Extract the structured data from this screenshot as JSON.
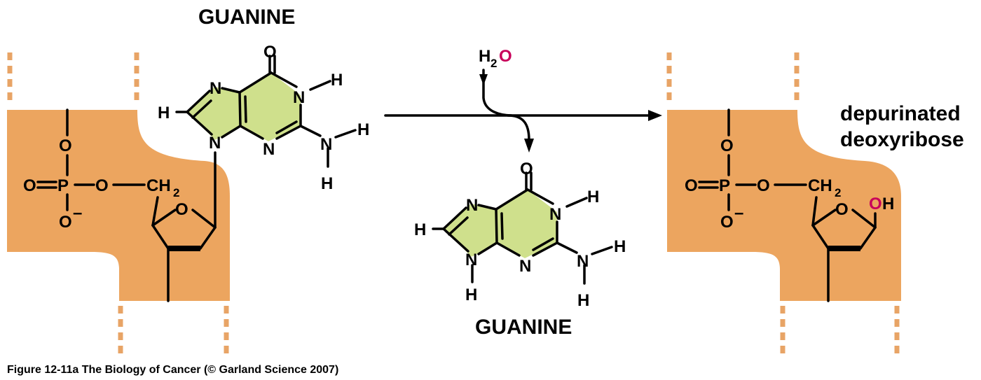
{
  "labels": {
    "guanine_top": "GUANINE",
    "guanine_bottom": "GUANINE",
    "depurinated_line1": "depurinated",
    "depurinated_line2": "deoxyribose",
    "caption": "Figure 12-11a  The Biology of Cancer (© Garland Science 2007)"
  },
  "water": {
    "h": "H",
    "sub": "2",
    "o": "O"
  },
  "atoms": {
    "O": "O",
    "N": "N",
    "H": "H",
    "P": "P",
    "minus": "–",
    "ch": "CH",
    "two": "2",
    "oh_o": "O",
    "oh_h": "H"
  },
  "colors": {
    "backbone": "#eca55f",
    "dashes": "#e8a466",
    "purine_ring": "#cfe08c",
    "highlight_oxygen": "#c8005a"
  }
}
